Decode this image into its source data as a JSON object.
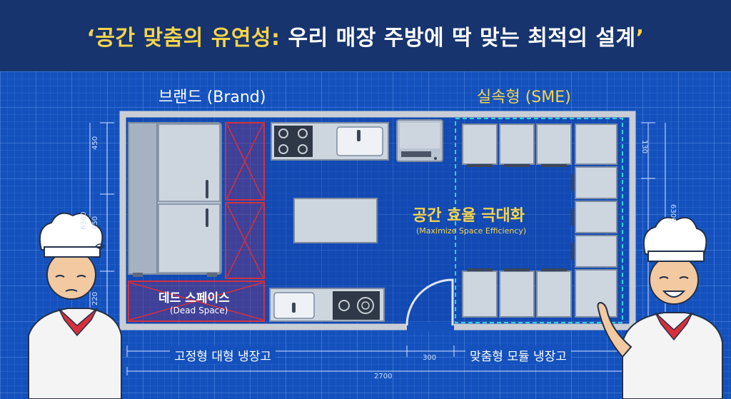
{
  "title": {
    "open_quote": "‘",
    "part1": "공간 맞춤의 유연성:",
    "part2": " 우리 매장 주방에 딱 맞는 최적의 설계",
    "close_quote": "’"
  },
  "labels": {
    "brand": "브랜드 (Brand)",
    "sme": "실속형 (SME)",
    "center_ko": "공간 효율 극대화",
    "center_en": "(Maximize Space Efficiency)",
    "dead_ko": "데드 스페이스",
    "dead_en": "(Dead Space)",
    "fixed_fridge": "고정형 대형 냉장고",
    "custom_fridge": "맞춤형 모듈 냉장고"
  },
  "dimensions": {
    "left_top": "450",
    "left_total": "6300",
    "left_mid": "450",
    "left_bottom": "220",
    "right_top": "130",
    "right_total": "6300",
    "bottom_gap": "300",
    "bottom_total": "2700"
  },
  "colors": {
    "title_bg": "#17346e",
    "blueprint": "#1451bd",
    "highlight": "#f6d44a",
    "dead_space": "#d8303a",
    "module_border": "#34d0d8"
  }
}
